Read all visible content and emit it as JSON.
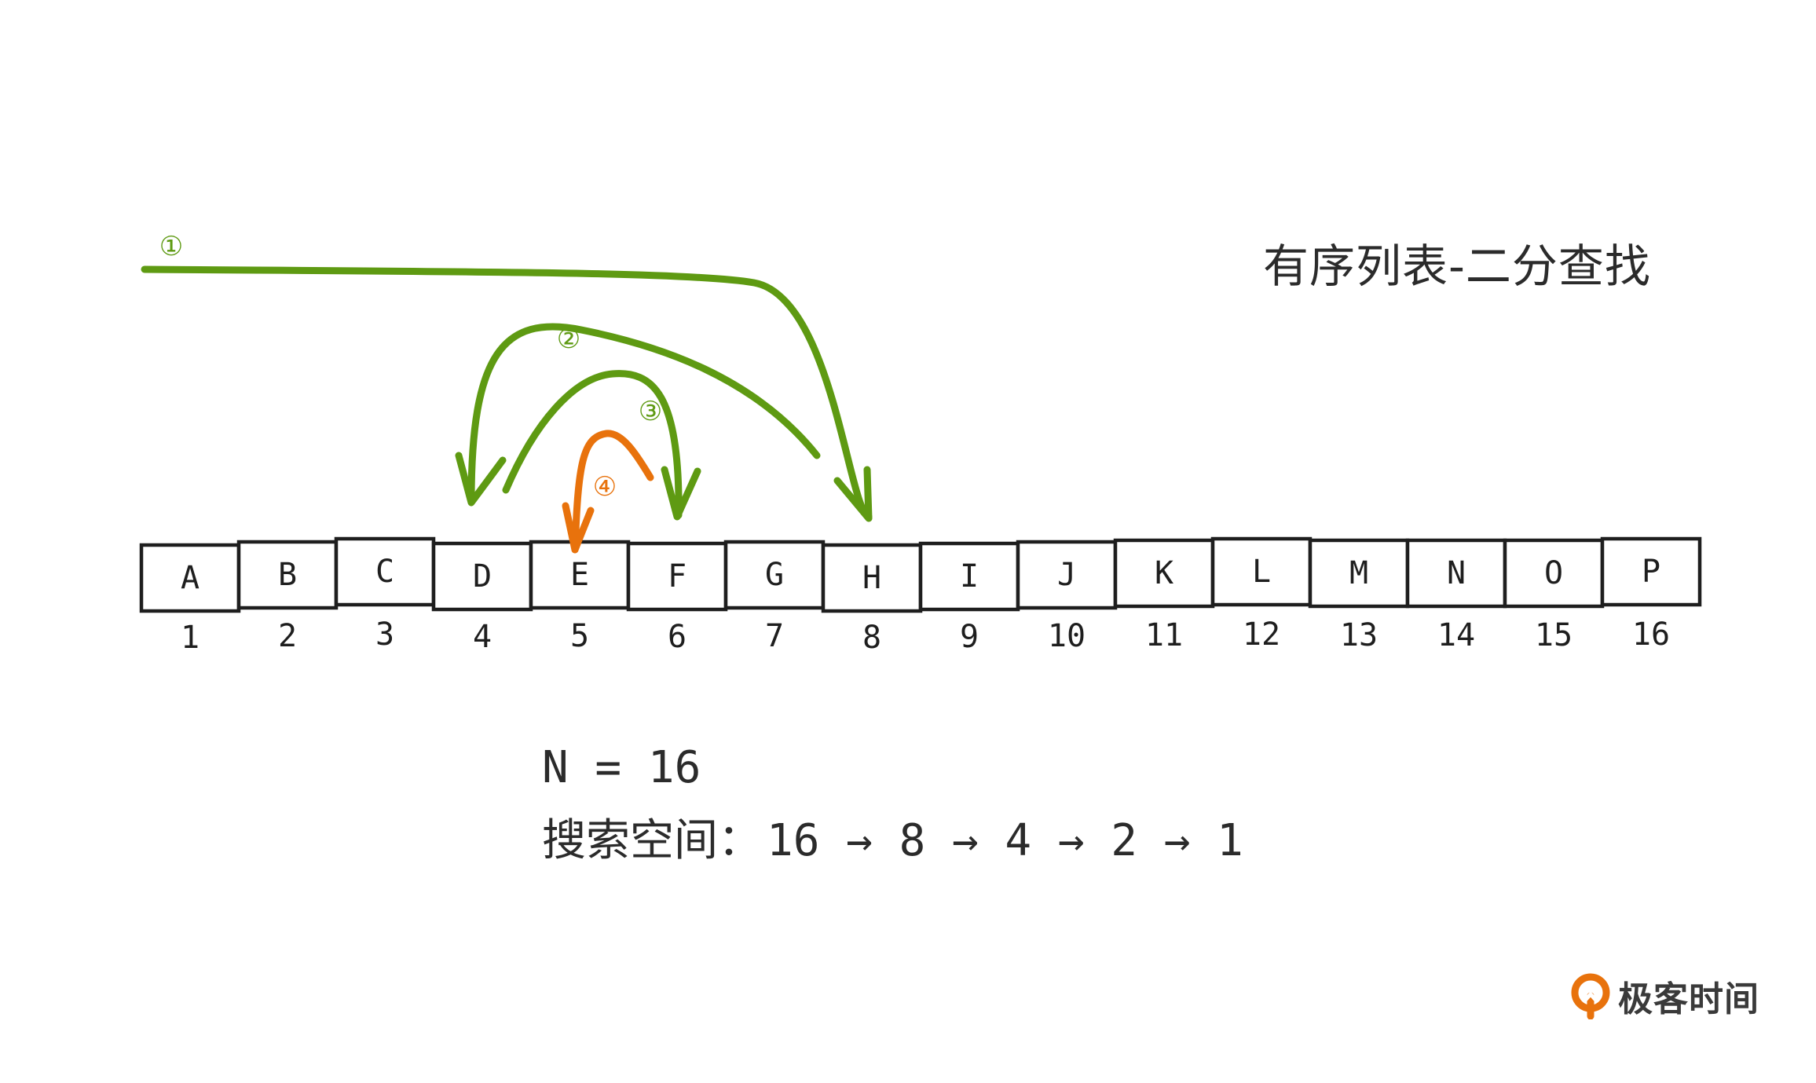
{
  "title": "有序列表-二分查找",
  "cells": [
    {
      "letter": "A",
      "index": "1"
    },
    {
      "letter": "B",
      "index": "2"
    },
    {
      "letter": "C",
      "index": "3"
    },
    {
      "letter": "D",
      "index": "4"
    },
    {
      "letter": "E",
      "index": "5"
    },
    {
      "letter": "F",
      "index": "6"
    },
    {
      "letter": "G",
      "index": "7"
    },
    {
      "letter": "H",
      "index": "8"
    },
    {
      "letter": "I",
      "index": "9"
    },
    {
      "letter": "J",
      "index": "10"
    },
    {
      "letter": "K",
      "index": "11"
    },
    {
      "letter": "L",
      "index": "12"
    },
    {
      "letter": "M",
      "index": "13"
    },
    {
      "letter": "N",
      "index": "14"
    },
    {
      "letter": "O",
      "index": "15"
    },
    {
      "letter": "P",
      "index": "16"
    }
  ],
  "steps": [
    {
      "label": "①",
      "target": "H",
      "color": "#5e9a12"
    },
    {
      "label": "②",
      "target": "D",
      "color": "#5e9a12"
    },
    {
      "label": "③",
      "target": "F",
      "color": "#5e9a12"
    },
    {
      "label": "④",
      "target": "E",
      "color": "#e8720c"
    }
  ],
  "n_line": "N = 16",
  "search_space": {
    "label": "搜索空间：",
    "sequence": "16 → 8 → 4 → 2 → 1"
  },
  "logo": {
    "text": "极客时间",
    "icon": "geektime-logo-icon",
    "color": "#e8720c"
  }
}
